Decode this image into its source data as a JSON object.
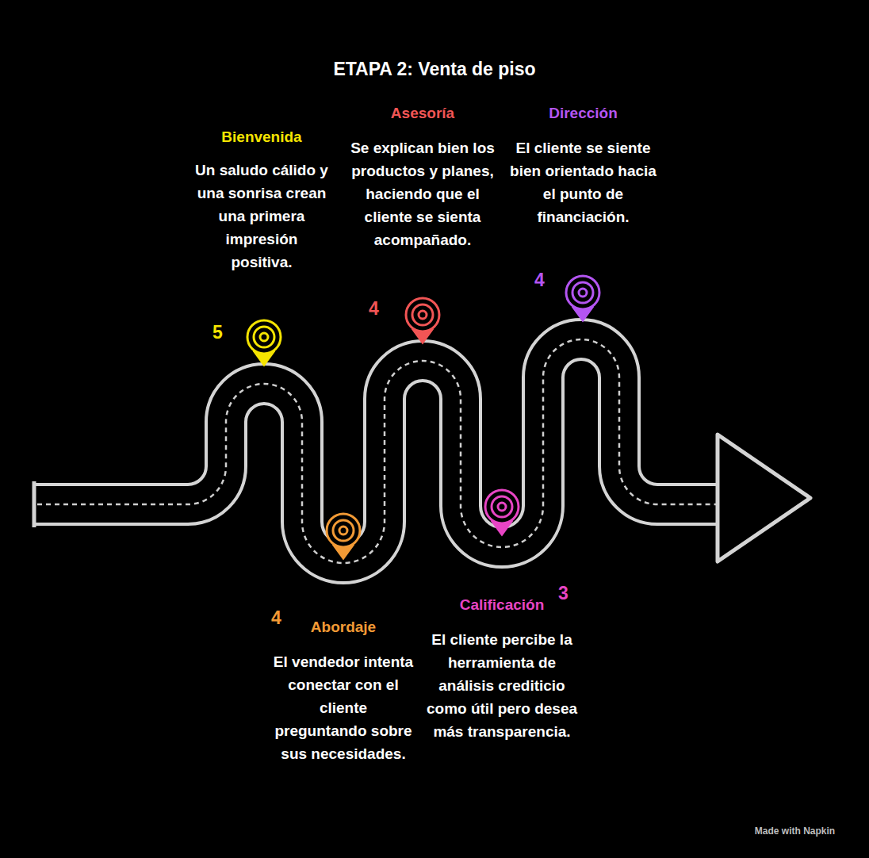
{
  "diagram": {
    "labels": [
      "ETAPA 2: Venta de piso",
      "5",
      "Bienvenida",
      "Un saludo cálido y una sonrisa crean una primera impresión positiva.",
      "4",
      "Asesoría",
      "Se explican bien los productos y planes, haciendo que el cliente se sienta acompañado.",
      "4",
      "Dirección",
      "El cliente se siente bien orientado hacia el punto de financiación.",
      "4",
      "Abordaje",
      "El vendedor intenta conectar con el cliente preguntando sobre sus necesidades.",
      "Calificación",
      "3",
      "El cliente percibe la herramienta de análisis crediticio como útil pero desea más transparencia.",
      "Made with Napkin"
    ]
  }
}
